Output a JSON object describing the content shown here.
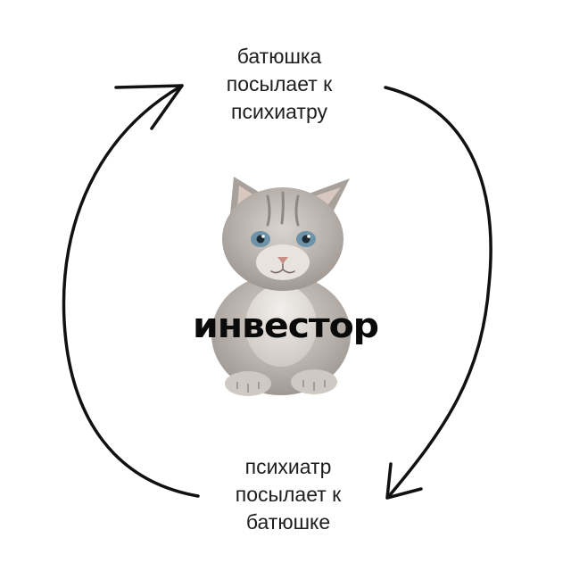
{
  "captions": {
    "top": "батюшка\nпосылает к\nпсихиатру",
    "bottom": "психиатр\nпосылает к\nбатюшке"
  },
  "center_label": "инвестор",
  "image": {
    "subject": "kitten"
  },
  "colors": {
    "background": "#ffffff",
    "text": "#1e1e1e",
    "arrow": "#111111",
    "label": "#0a0a0a"
  }
}
